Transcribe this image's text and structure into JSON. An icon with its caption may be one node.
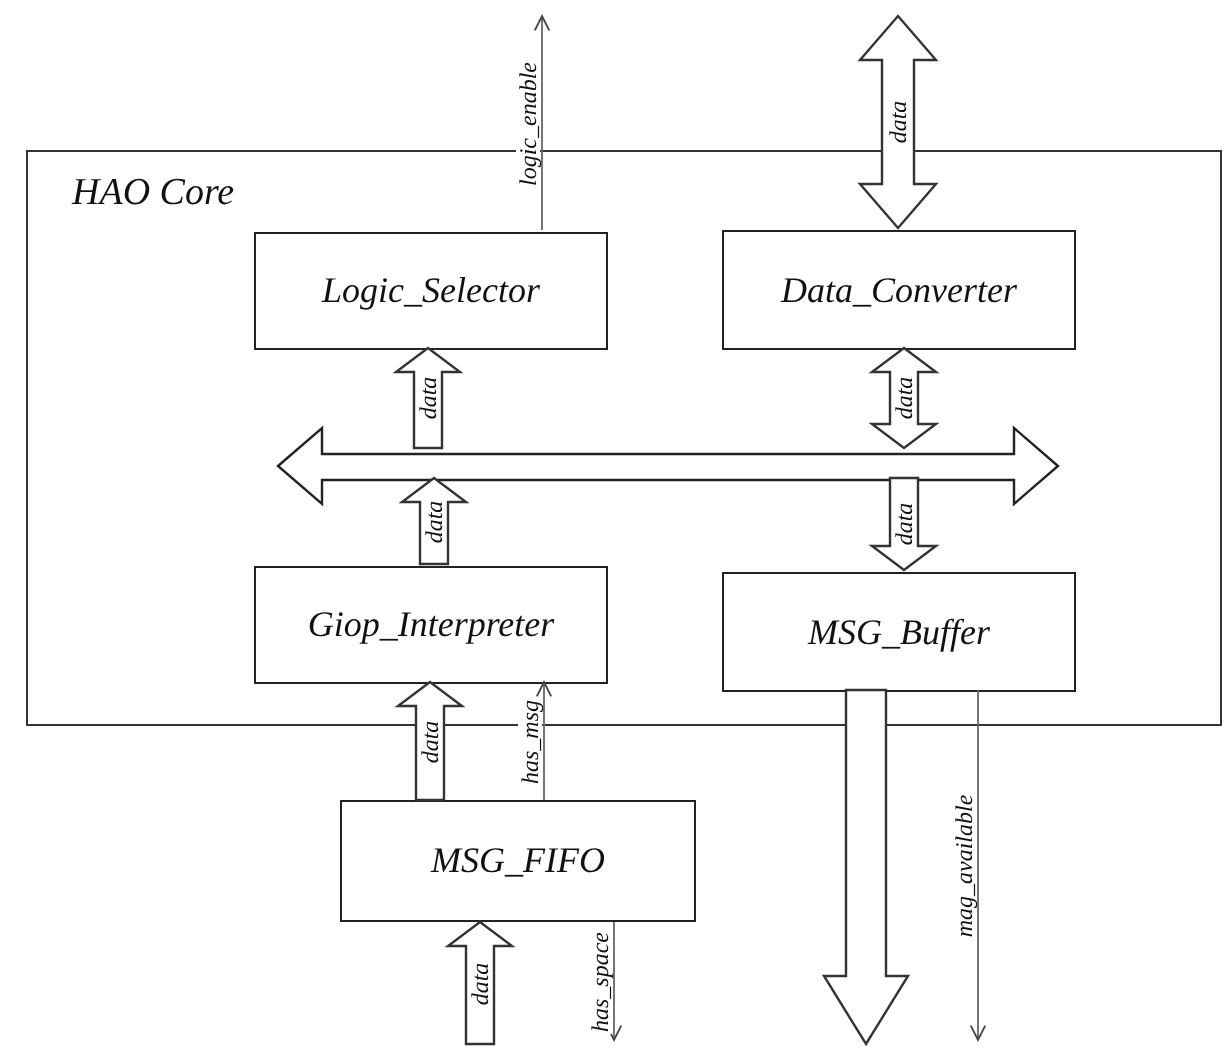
{
  "diagram": {
    "nodes": [
      {
        "text": [
          "HAO Core"
        ]
      },
      {
        "text": [
          "Logic_Selector"
        ],
        "in": 0
      },
      {
        "text": [
          "Data_Converter"
        ],
        "in": 0
      },
      {
        "text": [],
        "shape": "arrow",
        "in": 0
      },
      {
        "text": [
          "Giop_Interpreter"
        ],
        "in": 0
      },
      {
        "text": [
          "MSG_Buffer"
        ],
        "in": 0
      },
      {
        "text": [
          "MSG_FIFO"
        ]
      }
    ],
    "edges": [
      {
        "from": 1,
        "to": null,
        "arrow": "to",
        "label": "logic_enable"
      },
      {
        "from": 2,
        "to": null,
        "arrow": "both",
        "label": "data",
        "style": "thick"
      },
      {
        "from": 3,
        "to": 1,
        "arrow": "to",
        "label": "data",
        "style": "thick"
      },
      {
        "from": 2,
        "to": 3,
        "arrow": "both",
        "label": "data",
        "style": "thick"
      },
      {
        "from": 4,
        "to": 3,
        "arrow": "to",
        "label": "data",
        "style": "thick"
      },
      {
        "from": 3,
        "to": 5,
        "arrow": "to",
        "label": "data",
        "style": "thick"
      },
      {
        "from": 6,
        "to": 4,
        "arrow": "to",
        "label": "data",
        "style": "thick"
      },
      {
        "from": 6,
        "to": 4,
        "arrow": "to",
        "label": "has_msg"
      },
      {
        "from": null,
        "to": 6,
        "arrow": "to",
        "label": "data",
        "style": "thick"
      },
      {
        "from": 6,
        "to": null,
        "arrow": "to",
        "label": "has_space"
      },
      {
        "from": 5,
        "to": null,
        "arrow": "to",
        "style": "thick"
      },
      {
        "from": 5,
        "to": null,
        "arrow": "to",
        "label": "mag_available"
      }
    ]
  }
}
